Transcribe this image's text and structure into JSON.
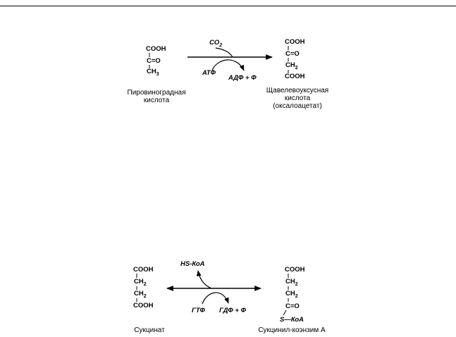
{
  "reaction1": {
    "substrate": {
      "cooh": "COOH",
      "co": "C=O",
      "ch3": "CH",
      "ch3_sub": "3",
      "name_line1": "Пировиноградная",
      "name_line2": "кислота"
    },
    "reagent": {
      "co2": "CO",
      "co2_sub": "2"
    },
    "cofactor_in": "АТФ",
    "cofactor_out": "АДФ + Ф",
    "product": {
      "cooh1": "COOH",
      "co": "C=O",
      "ch2": "CH",
      "ch2_sub": "2",
      "cooh2": "COOH",
      "name_line1": "Щавелевоуксусная",
      "name_line2": "кислота",
      "name_line3": "(оксалоацетат)"
    }
  },
  "reaction2": {
    "substrate": {
      "cooh1": "COOH",
      "ch2a": "CH",
      "ch2a_sub": "2",
      "ch2b": "CH",
      "ch2b_sub": "2",
      "cooh2": "COOH",
      "name": "Сукцинат"
    },
    "reagent": "HS-КоА",
    "cofactor_in": "ГТФ",
    "cofactor_out": "ГДФ + Ф",
    "product": {
      "cooh": "COOH",
      "ch2a": "CH",
      "ch2a_sub": "2",
      "ch2b": "CH",
      "ch2b_sub": "2",
      "co": "C=O",
      "skoa": "S—КоА",
      "name": "Сукцинил-коэнзим А"
    }
  }
}
